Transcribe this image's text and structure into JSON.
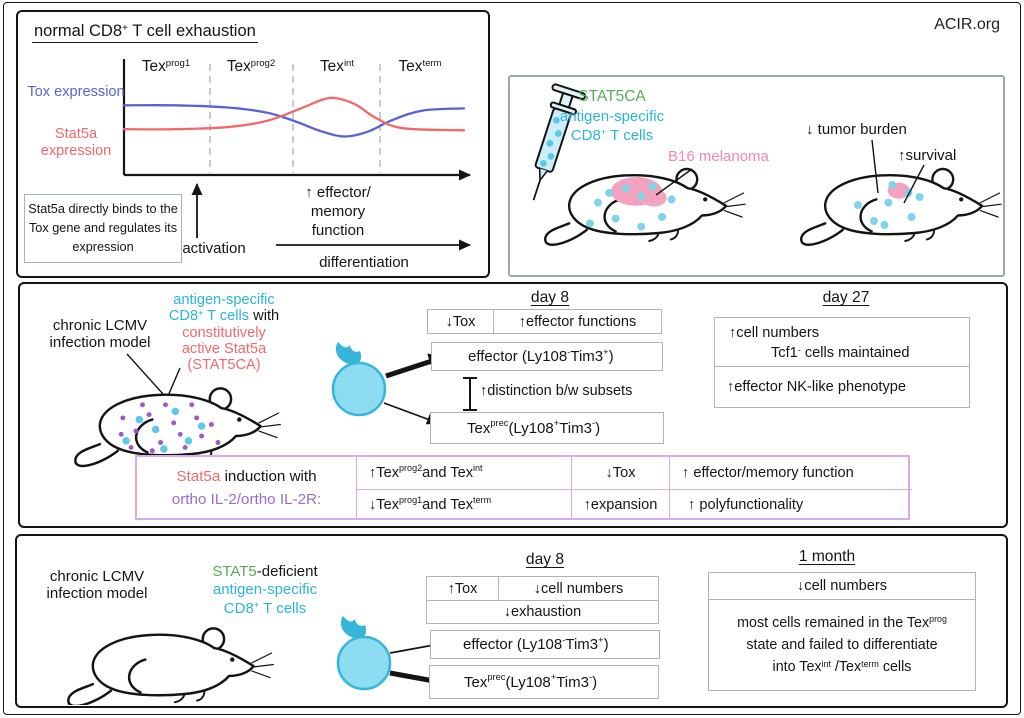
{
  "brand": "ACIR.org",
  "colors": {
    "blue": "#5663d8",
    "red": "#f0696b",
    "cyan": "#2ab5d8",
    "green": "#57ad57",
    "pink": "#f287b0",
    "purple": "#9c6ad4",
    "purpleborder": "#d9a9ea",
    "cellfill": "#8edcf2",
    "cellstroke": "#35b6da",
    "tumor": "#f3a3c0",
    "dotpurple": "#9d59c9"
  },
  "panel_exhaustion": {
    "title": "normal CD8^{+} T cell exhaustion",
    "note": "Stat5a directly binds to the Tox gene and regulates its expression",
    "activation_label": "activation",
    "differentiation_label": "differentiation",
    "effector_annotation": "↑ effector/ memory function",
    "chart_data": {
      "type": "line",
      "stages": [
        "Tex^{prog1}",
        "Tex^{prog2}",
        "Tex^{int}",
        "Tex^{term}"
      ],
      "x_axis_annotations": [
        "activation",
        "differentiation"
      ],
      "series": [
        {
          "name": "Tox expression",
          "color": "#5663d8",
          "points": [
            [
              0,
              0.67
            ],
            [
              0.15,
              0.67
            ],
            [
              0.3,
              0.65
            ],
            [
              0.42,
              0.6
            ],
            [
              0.5,
              0.52
            ],
            [
              0.58,
              0.42
            ],
            [
              0.65,
              0.37
            ],
            [
              0.72,
              0.42
            ],
            [
              0.79,
              0.53
            ],
            [
              0.88,
              0.62
            ],
            [
              1,
              0.64
            ]
          ]
        },
        {
          "name": "Stat5a expression",
          "color": "#f0696b",
          "points": [
            [
              0,
              0.44
            ],
            [
              0.15,
              0.44
            ],
            [
              0.3,
              0.46
            ],
            [
              0.42,
              0.52
            ],
            [
              0.52,
              0.64
            ],
            [
              0.58,
              0.72
            ],
            [
              0.62,
              0.74
            ],
            [
              0.68,
              0.68
            ],
            [
              0.74,
              0.55
            ],
            [
              0.82,
              0.45
            ],
            [
              1,
              0.43
            ]
          ]
        }
      ]
    }
  },
  "panel_b16": {
    "cells_label": [
      "STAT5CA",
      "antigen-specific",
      "CD8^{+} T cells"
    ],
    "tumor_label": "B16 melanoma",
    "outcome_tumor": "↓ tumor burden",
    "outcome_survival": "↑survival"
  },
  "panel_stat5ca": {
    "model_label": "chronic LCMV infection model",
    "cells_line1": "antigen-specific",
    "cells_line2_cyan": "CD8^{+} T cells",
    "cells_line2_black": "with",
    "cells_line3": "constitutively",
    "cells_line4": "active Stat5a",
    "cells_line5": "(STAT5CA)",
    "day8": {
      "title": "day 8",
      "tox": "↓Tox",
      "effector_functions": "↑effector functions",
      "effector_box": "effector (Ly108^{-} Tim3^{+})",
      "distinction": "↑distinction b/w subsets",
      "texprec_box": "Tex^{prec} (Ly108^{+} Tim3^{-})"
    },
    "day27": {
      "title": "day 27",
      "line1": "↑cell numbers",
      "line2": "Tcf1^{-} cells maintained",
      "row2": "↑effector NK-like phenotype"
    },
    "stat5a_induction": {
      "label_red": "Stat5a",
      "label_black": "induction with",
      "label_purple": "ortho IL-2/ortho IL-2R:",
      "col1_row1": "↑Tex^{prog2} and Tex^{int}",
      "col1_row2": "↓Tex^{prog1} and Tex^{term}",
      "col2_row1": "↓Tox",
      "col2_row2": "↑expansion",
      "col3_row1": "↑ effector/memory function",
      "col3_row2": "↑ polyfunctionality"
    }
  },
  "panel_stat5_deficient": {
    "model_label": "chronic LCMV infection model",
    "cells_line1_green": "STAT5",
    "cells_line1_black": "-deficient",
    "cells_line2": "antigen-specific",
    "cells_line3": "CD8^{+} T cells",
    "day8": {
      "title": "day 8",
      "tox": "↑Tox",
      "cell_numbers": "↓cell numbers",
      "exhaustion": "↓exhaustion",
      "effector_box": "effector (Ly108^{-} Tim3^{+})",
      "texprec_box": "Tex^{prec} (Ly108^{+} Tim3^{-})"
    },
    "month1": {
      "title": "1 month",
      "row1": "↓cell numbers",
      "body": [
        "most cells remained in the Tex^{prog}",
        "state and failed to differentiate",
        "into Tex^{int} /Tex^{term} cells"
      ]
    }
  }
}
